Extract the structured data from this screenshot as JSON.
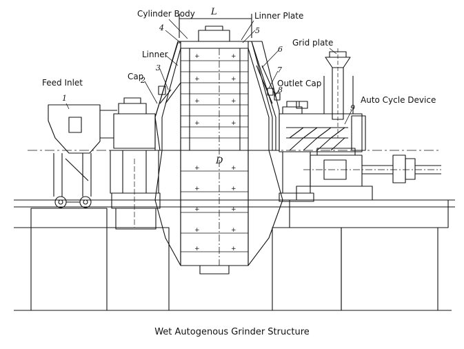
{
  "diagram": {
    "caption": "Wet Autogenous Grinder Structure",
    "dimension_labels": {
      "length": "L",
      "diameter": "D"
    },
    "callouts": [
      {
        "id": "cylinder-body",
        "text": "Cylinder Body"
      },
      {
        "id": "linner-plate",
        "text": "Linner Plate"
      },
      {
        "id": "grid-plate",
        "text": "Grid plate"
      },
      {
        "id": "linner",
        "text": "Linner"
      },
      {
        "id": "cap",
        "text": "Cap"
      },
      {
        "id": "feed-inlet",
        "text": "Feed Inlet"
      },
      {
        "id": "outlet-cap",
        "text": "Outlet Cap"
      },
      {
        "id": "auto-cycle-device",
        "text": "Auto Cycle Device"
      }
    ],
    "part_numbers": [
      "1",
      "2",
      "3",
      "4",
      "5",
      "6",
      "7",
      "8",
      "9"
    ]
  }
}
